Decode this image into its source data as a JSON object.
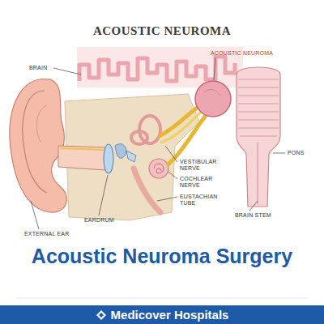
{
  "diagram": {
    "title": "ACOUSTIC NEUROMA",
    "caption": "Acoustic Neuroma Surgery",
    "nodes": [
      {
        "text": [
          "Medicover Hospitals"
        ]
      }
    ],
    "labels": [
      "BRAIN",
      "ACOUSTIC NEUROMA",
      "PONS",
      "VESTIBULAR NERVE",
      "COCHLEAR NERVE",
      "EUSTACHIAN TUBE",
      "BRAIN STEM",
      "EARDRUM",
      "EXTERNAL EAR"
    ]
  }
}
